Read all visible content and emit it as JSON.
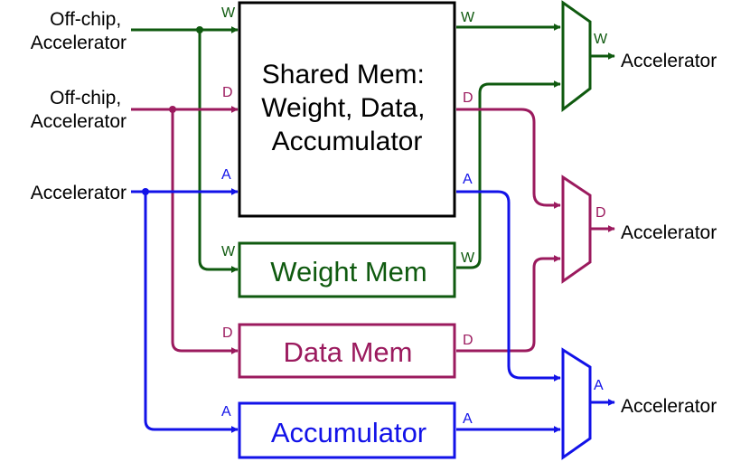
{
  "colors": {
    "weight": "#0f5a0f",
    "data": "#9b1a5e",
    "acc": "#1212e8",
    "black": "#000000"
  },
  "inputs": {
    "weight_src": [
      "Off-chip,",
      "Accelerator"
    ],
    "data_src": [
      "Off-chip,",
      "Accelerator"
    ],
    "acc_src": "Accelerator"
  },
  "blocks": {
    "shared": [
      "Shared Mem:",
      "Weight, Data,",
      "Accumulator"
    ],
    "weight_mem": "Weight Mem",
    "data_mem": "Data Mem",
    "accumulator": "Accumulator"
  },
  "port_labels": {
    "w": "W",
    "d": "D",
    "a": "A"
  },
  "outputs": {
    "weight_out": "Accelerator",
    "data_out": "Accelerator",
    "acc_out": "Accelerator"
  }
}
